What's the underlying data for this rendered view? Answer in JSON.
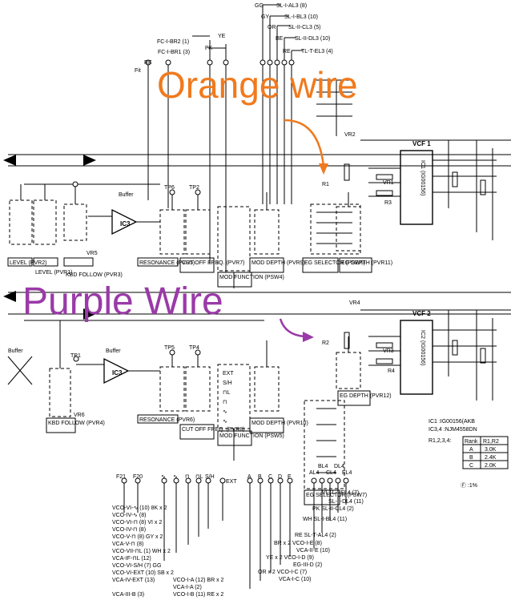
{
  "annotations": {
    "orange": {
      "text": "Orange wire",
      "color": "#f07a1e"
    },
    "purple": {
      "text": "Purple Wire",
      "color": "#9a3aa8"
    }
  },
  "blocks": {
    "vcf1": "VCF 1",
    "vcf2": "VCF 2",
    "ic1": "IC1 (IG00156)",
    "ic2": "IC2 (IG00156)",
    "ic3": "IC3",
    "ic3b": "IC3",
    "buffer1": "Buffer",
    "buffer2": "Buffer",
    "buffer3": "Buffer",
    "tp1": "TP1",
    "tp2": "TP2",
    "tp4": "TP4",
    "tp5": "TP5",
    "tp6": "TP6",
    "vr1": "VR1",
    "vr2": "VR2",
    "vr3": "VR3",
    "vr4": "VR4",
    "vr5": "VR5",
    "vr6": "VR6",
    "r1": "R1",
    "r2": "R2",
    "r3": "R3",
    "r4": "R4"
  },
  "top_wires": [
    {
      "code": "GG",
      "label": "SL-I-AL3 (8)"
    },
    {
      "code": "GY",
      "label": "SL-I-BL3 (10)"
    },
    {
      "code": "OR",
      "label": "SL-II-CL3 (5)"
    },
    {
      "code": "BE",
      "label": "SL-II-DL3 (10)"
    },
    {
      "code": "RE",
      "label": "TL-T-EL3 (4)"
    },
    {
      "code": "YE",
      "label": "FC-I-BR2 (1)"
    },
    {
      "code": "PK",
      "label": "FC-I-BR1 (3)"
    },
    {
      "code": "RE",
      "label": "Fit"
    }
  ],
  "panels": {
    "level1": "LEVEL (PVR2)",
    "level2": "LEVEL (PVR1)",
    "kbd_follow1": "KBD FOLLOW (PVR3)",
    "resonance1": "RESONANCE (PVR5)",
    "cutoff1": "CUT OFF FREQ. (PVR7)",
    "mod_function1": "MOD FUNCTION (PSW4)",
    "mod_depth1": "MOD DEPTH (PVR9)",
    "eg_selector1": "EG SELECTOR (PSW6)",
    "eg_depth1": "EG DEPTH (PVR11)",
    "kbd_follow2": "KBD FOLLOW (PVR4)",
    "resonance2": "RESONANCE (PVR6)",
    "cutoff2": "CUT OFF FREQ. (PVR8)",
    "mod_function2": "MOD FUNCTION (PSW5)",
    "mod_depth2": "MOD DEPTH (PVR10)",
    "eg_selector2": "EG SELECTOR (PSW7)",
    "eg_depth2": "EG DEPTH (PVR12)"
  },
  "bottom_left_wires": [
    "VCO-VI-∿ (10) 8K x 2",
    "VCO-IV-∿ (8)",
    "VCO-VI-⊓ (8) VI x 2",
    "VCO-IV-⊓ (8)",
    "VCO-V-⊓ (8) GY x 2",
    "VCA-V-⊓ (8)",
    "VCO-VII-⊓L (1) WH x 2",
    "VCA-IF-⊓L (12)",
    "VCO-VI-S/H (7) GG",
    "VCO-VI-EXT (10) SB x 2",
    "VCA-IV-EXT (13)",
    "VCO-I-A (12) BR x 2",
    "VCA-I-A (2)",
    "VCO-I-B (11) RE x 2",
    "VCA-III-B (3)"
  ],
  "bottom_right_wires": [
    "BR x 2 VCO-I-E (8)",
    "VCA-II-E (10)",
    "YE x 2 VCO-I-D (9)",
    "EG-III-D (2)",
    "OR x 2 VCO-I-C (7)",
    "VCA-I-C (10)",
    "WH SL-I-BL4 (11)",
    "RE SL-T-AL4 (2)",
    "PK SL-II-CL4 (2)",
    "SL-II-DL4 (11)",
    "VI TL-I-EL4 (7)"
  ],
  "switch_labels": [
    "EXT",
    "S/H",
    "⊓L",
    "⊓",
    "∿",
    "∿"
  ],
  "connector_pins": [
    "F21",
    "F20",
    "∿",
    "∿",
    "⊓",
    "⊓L",
    "S/H",
    "EXT",
    "A",
    "B",
    "C",
    "D",
    "E",
    "AL4",
    "BL4",
    "CL4",
    "DL4",
    "EL4"
  ],
  "legend": {
    "ic_lines": [
      "IC1   :IG00156(AKB",
      "IC3,4   :NJM4558DN"
    ],
    "table_title": "R1,2,3,4:",
    "headers": [
      "Rank",
      "R1,R2"
    ],
    "rows": [
      [
        "A",
        "3.0K"
      ],
      [
        "B",
        "2.4K"
      ],
      [
        "C",
        "2.0K"
      ]
    ],
    "note": "Ⓕ :1%"
  }
}
